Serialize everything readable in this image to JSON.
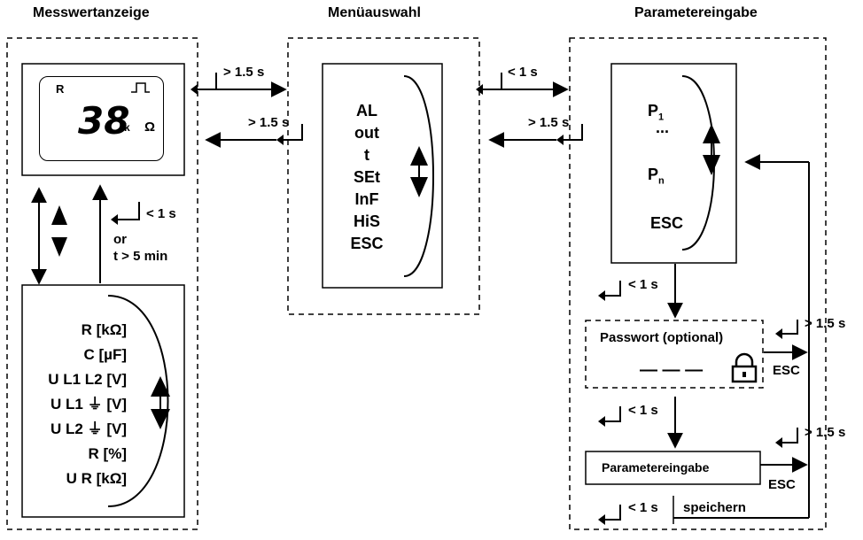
{
  "sections": {
    "left_title": "Messwertanzeige",
    "middle_title": "Menüauswahl",
    "right_title": "Parametereingabe"
  },
  "display": {
    "mode": "R",
    "value": "38",
    "prefix": "k",
    "unit": "Ω"
  },
  "measurement_list": [
    "R [kΩ]",
    "C [µF]",
    "U L1 L2 [V]",
    "U L1 ⏚ [V]",
    "U L2 ⏚ [V]",
    "R [%]",
    "U R [kΩ]"
  ],
  "menu_items": [
    "AL",
    "out",
    "t",
    "SEt",
    "InF",
    "HiS",
    "ESC"
  ],
  "params": {
    "first": "P",
    "first_sub": "1",
    "dots": "...",
    "last": "P",
    "last_sub": "n",
    "esc": "ESC"
  },
  "password": {
    "title": "Passwort (optional)",
    "dashes": "— — —"
  },
  "param_entry_label": "Parametereingabe",
  "labels": {
    "gt15_a": "> 1.5 s",
    "gt15_b": "> 1.5 s",
    "lt1_a": "< 1 s",
    "gt15_c": "> 1.5 s",
    "lt1_left": "< 1 s",
    "or": "or",
    "t5": "t > 5 min",
    "lt1_b": "< 1 s",
    "gt15_d": "> 1.5 s",
    "esc1": "ESC",
    "lt1_c": "< 1 s",
    "gt15_e": "> 1.5 s",
    "esc2": "ESC",
    "lt1_d": "< 1 s",
    "speichern": "speichern"
  }
}
